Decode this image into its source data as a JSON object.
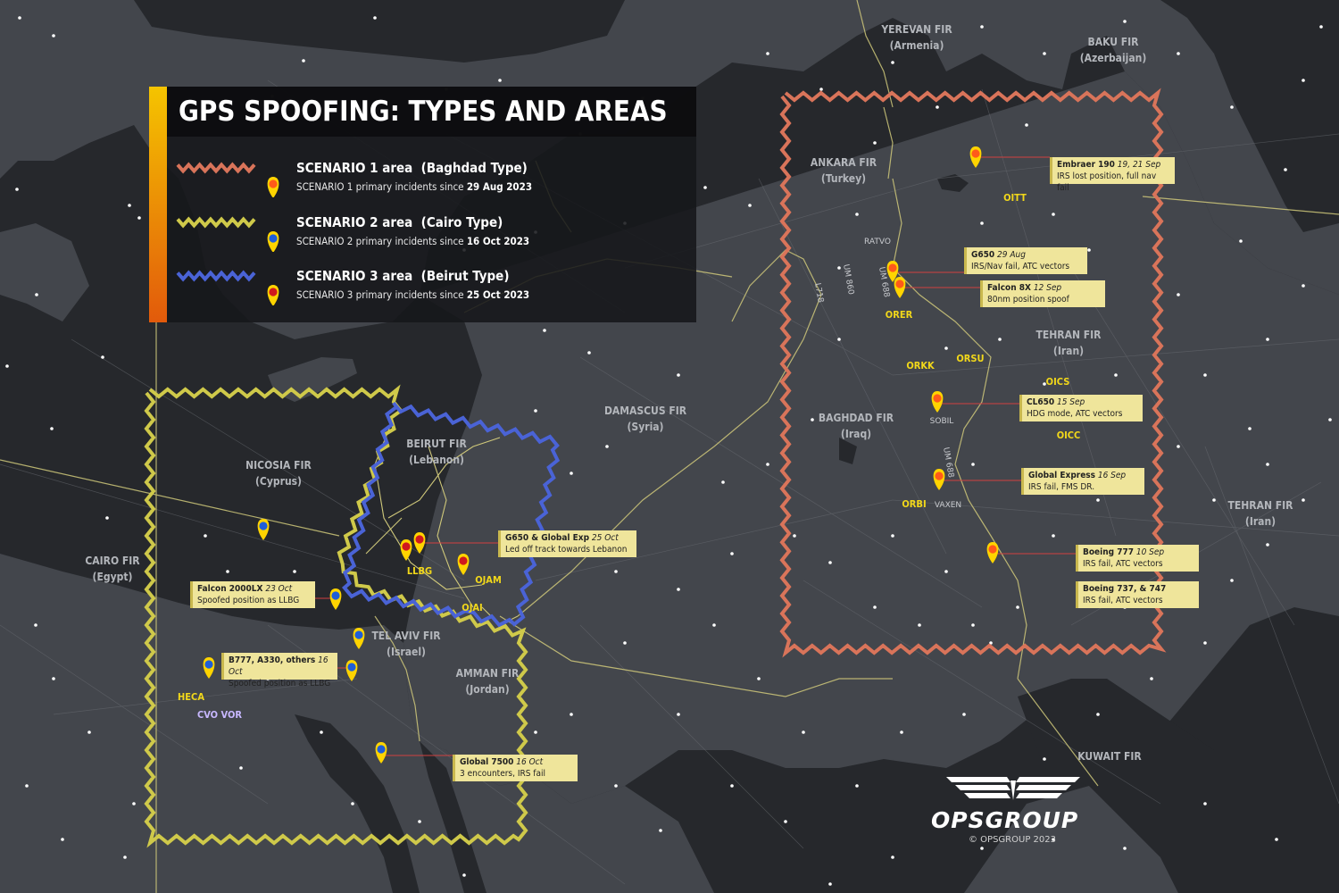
{
  "legend": {
    "title": "GPS SPOOFING: TYPES AND AREAS",
    "scenarios": [
      {
        "area": "SCENARIO 1 area",
        "type": "(Baghdad Type)",
        "incidents_text": "SCENARIO 1 primary incidents since",
        "since": "29 Aug 2023",
        "color": "#d9745a",
        "pin": "orange"
      },
      {
        "area": "SCENARIO 2 area",
        "type": "(Cairo Type)",
        "incidents_text": "SCENARIO 2 primary incidents since",
        "since": "16 Oct 2023",
        "color": "#cfc94a",
        "pin": "blue"
      },
      {
        "area": "SCENARIO 3 area",
        "type": "(Beirut Type)",
        "incidents_text": "SCENARIO 3 primary incidents since",
        "since": "25 Oct 2023",
        "color": "#4a63d6",
        "pin": "red"
      }
    ]
  },
  "firs": {
    "yerevan": {
      "name": "YEREVAN FIR",
      "country": "(Armenia)"
    },
    "baku": {
      "name": "BAKU FIR",
      "country": "(Azerbaijan)"
    },
    "ankara": {
      "name": "ANKARA FIR",
      "country": "(Turkey)"
    },
    "tehran1": {
      "name": "TEHRAN FIR",
      "country": "(Iran)"
    },
    "tehran2": {
      "name": "TEHRAN FIR",
      "country": "(Iran)"
    },
    "baghdad": {
      "name": "BAGHDAD FIR",
      "country": "(Iraq)"
    },
    "damascus": {
      "name": "DAMASCUS FIR",
      "country": "(Syria)"
    },
    "beirut": {
      "name": "BEIRUT FIR",
      "country": "(Lebanon)"
    },
    "nicosia": {
      "name": "NICOSIA FIR",
      "country": "(Cyprus)"
    },
    "cairo": {
      "name": "CAIRO FIR",
      "country": "(Egypt)"
    },
    "telaviv": {
      "name": "TEL AVIV FIR",
      "country": "(Israel)"
    },
    "amman": {
      "name": "AMMAN FIR",
      "country": "(Jordan)"
    },
    "kuwait": {
      "name": "KUWAIT FIR",
      "country": ""
    }
  },
  "waypoints": {
    "oitt": "OITT",
    "orer": "ORER",
    "orkk": "ORKK",
    "orsu": "ORSU",
    "oics": "OICS",
    "oicc": "OICC",
    "orbi": "ORBI",
    "llbg": "LLBG",
    "ojam": "OJAM",
    "ojai": "OJAI",
    "heca": "HECA",
    "cvo": "CVO VOR"
  },
  "small_labels": {
    "ratvo": "RATVO",
    "sobil": "SOBIL",
    "vaxen": "VAXEN",
    "um860": "UM 860",
    "um688a": "UM 688",
    "l718": "L718",
    "um688b": "UM 688"
  },
  "callouts": {
    "embraer": {
      "ac": "Embraer 190",
      "date": "19, 21 Sep",
      "desc": "IRS lost position, full nav fail"
    },
    "g650a": {
      "ac": "G650",
      "date": "29 Aug",
      "desc": "IRS/Nav fail, ATC vectors"
    },
    "falcon8x": {
      "ac": "Falcon 8X",
      "date": "12 Sep",
      "desc": "80nm position spoof"
    },
    "cl650": {
      "ac": "CL650",
      "date": "15 Sep",
      "desc": "HDG mode, ATC vectors"
    },
    "globalexp": {
      "ac": "Global Express",
      "date": "16 Sep",
      "desc": "IRS fail, FMS DR."
    },
    "b777": {
      "ac": "Boeing 777",
      "date": "10 Sep",
      "desc": "IRS fail, ATC vectors"
    },
    "b737": {
      "ac": "Boeing 737, & 747",
      "date": "",
      "desc": "IRS fail, ATC vectors"
    },
    "g650b": {
      "ac": "G650 & Global Exp",
      "date": "25 Oct",
      "desc": "Led off track towards Lebanon"
    },
    "falcon2000": {
      "ac": "Falcon 2000LX",
      "date": "23 Oct",
      "desc": "Spoofed position as LLBG"
    },
    "b777b": {
      "ac": "B777, A330, others",
      "date": "16 Oct",
      "desc": "Spoofed position as LLBG"
    },
    "global7500": {
      "ac": "Global 7500",
      "date": "16 Oct",
      "desc": "3 encounters, IRS fail"
    }
  },
  "brand": {
    "name": "OPSGROUP",
    "copyright": "© OPSGROUP 2023"
  },
  "colors": {
    "land": "#43464c",
    "water": "#26282c",
    "border": "#cfc87a",
    "scenario1": "#d9745a",
    "scenario2": "#cfc94a",
    "scenario3": "#4a63d6",
    "callout": "#efe59b",
    "waypoint": "#f2d81a"
  }
}
